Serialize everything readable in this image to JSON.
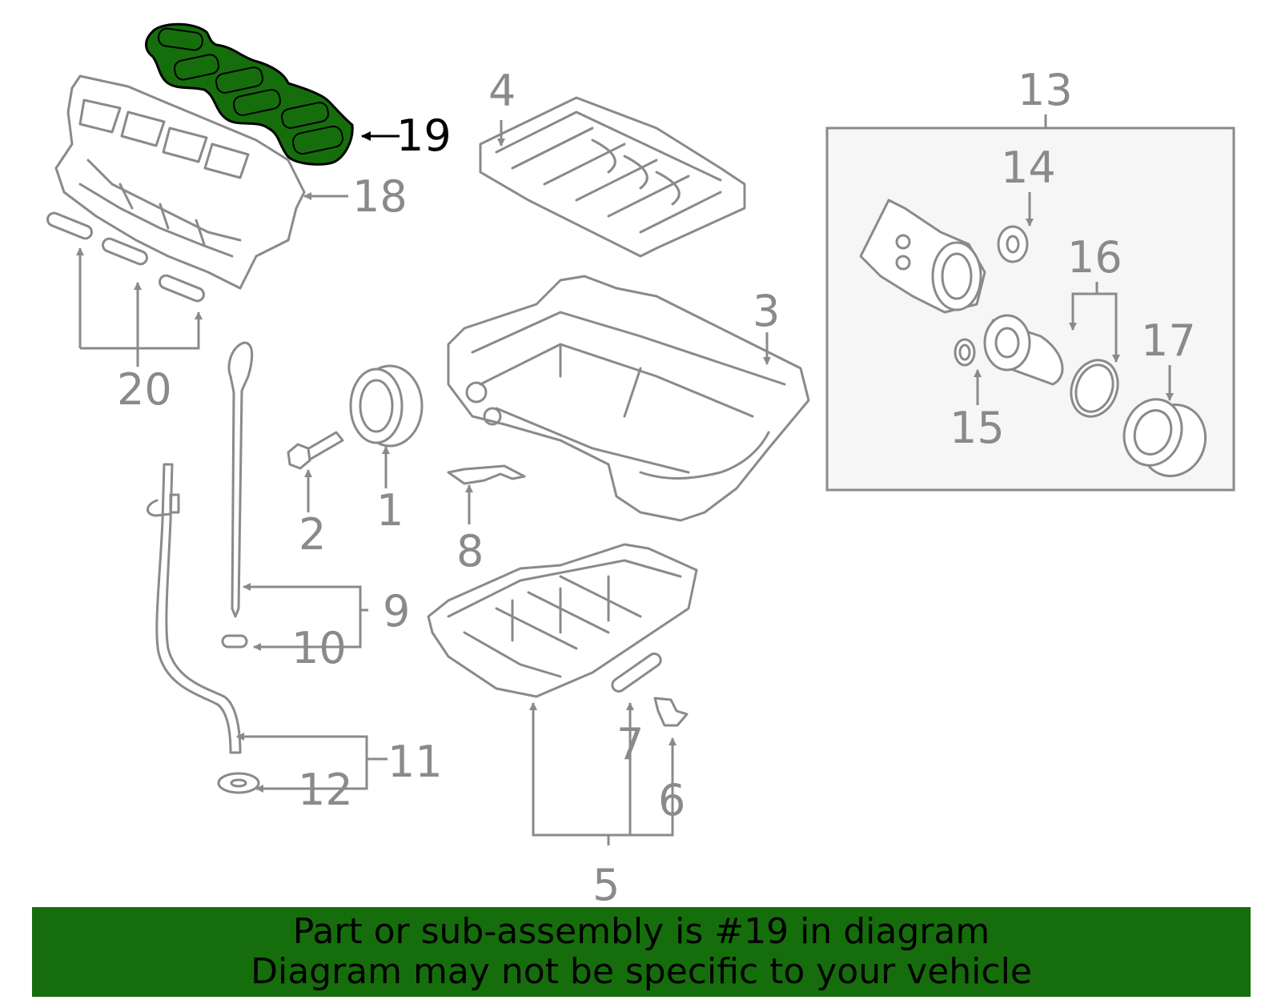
{
  "banner": {
    "line1": "Part or sub-assembly is #19 in diagram",
    "line2": "Diagram may not be specific to your vehicle",
    "background": "#166d0c"
  },
  "highlight": {
    "part_number": "19",
    "color": "#166d0c"
  },
  "callouts": {
    "c1": "1",
    "c2": "2",
    "c3": "3",
    "c4": "4",
    "c5": "5",
    "c6": "6",
    "c7": "7",
    "c8": "8",
    "c9": "9",
    "c10": "10",
    "c11": "11",
    "c12": "12",
    "c13": "13",
    "c14": "14",
    "c15": "15",
    "c16": "16",
    "c17": "17",
    "c18": "18",
    "c19": "19",
    "c20": "20"
  }
}
